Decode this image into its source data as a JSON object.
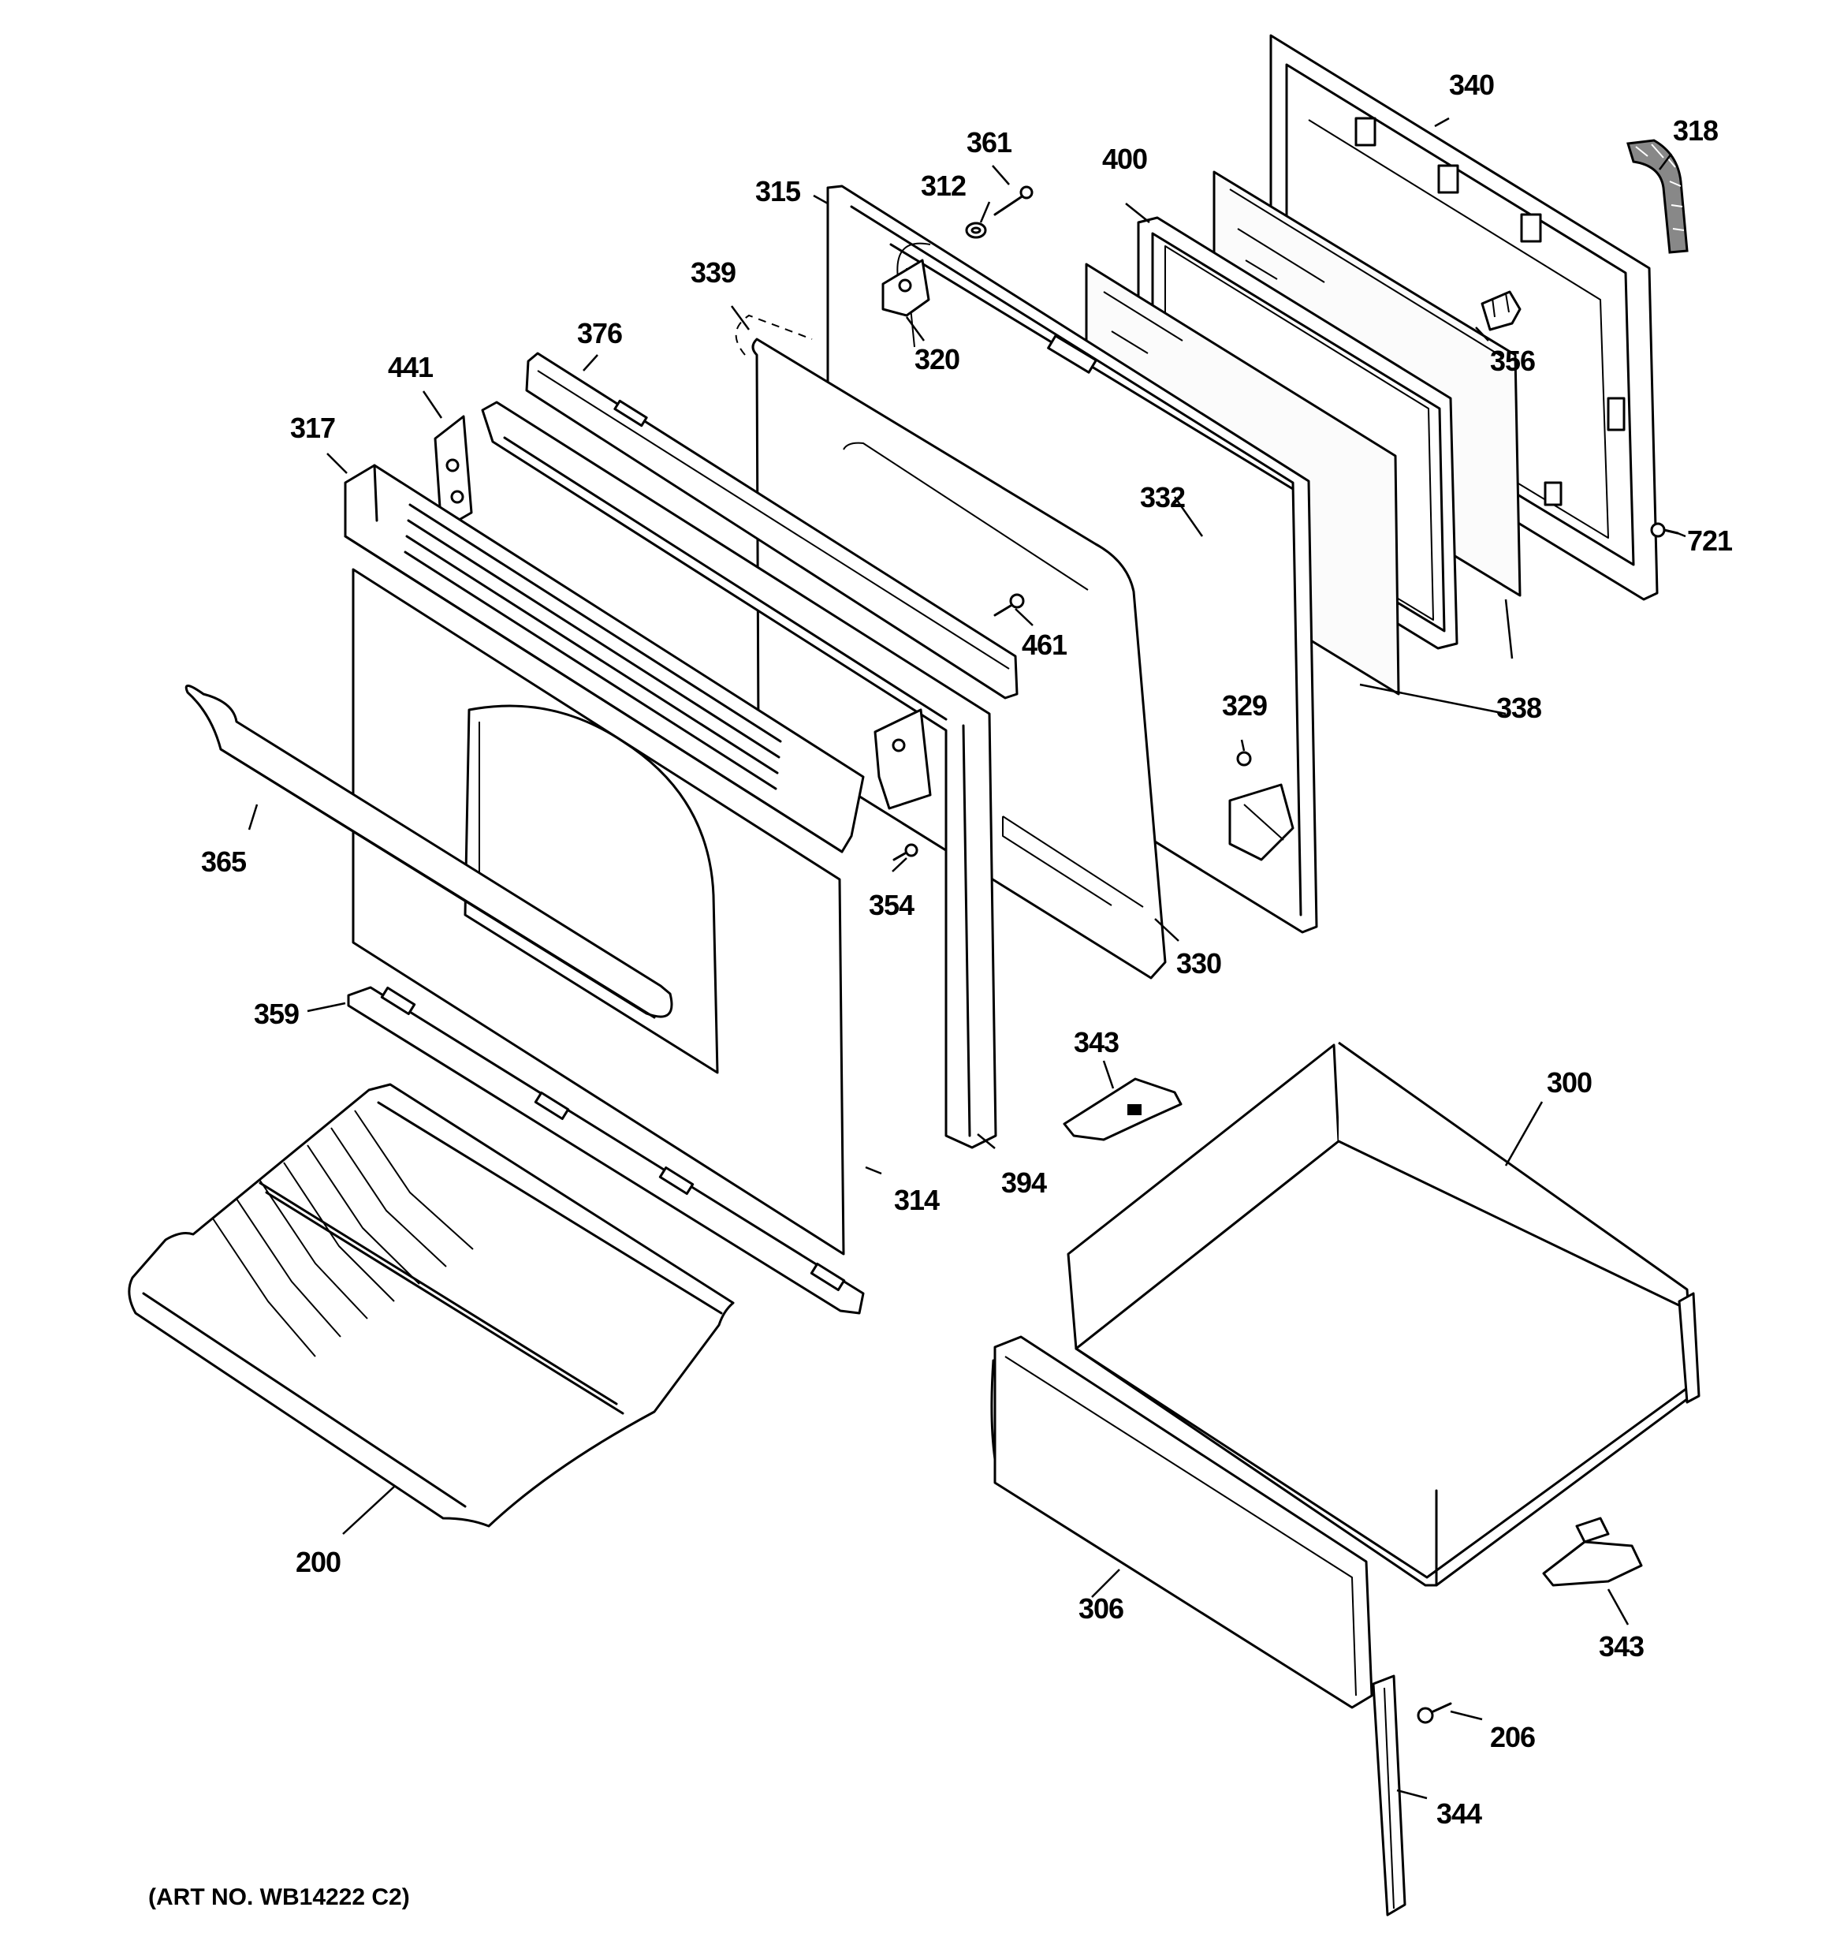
{
  "art_number": "(ART NO. WB14222 C2)",
  "parts": {
    "p200": "200",
    "p206": "206",
    "p300": "300",
    "p306": "306",
    "p312": "312",
    "p314": "314",
    "p315": "315",
    "p317": "317",
    "p318": "318",
    "p320": "320",
    "p329": "329",
    "p330": "330",
    "p332": "332",
    "p338": "338",
    "p339": "339",
    "p340": "340",
    "p343a": "343",
    "p343b": "343",
    "p344": "344",
    "p354": "354",
    "p356": "356",
    "p359": "359",
    "p361": "361",
    "p365": "365",
    "p376": "376",
    "p394": "394",
    "p400": "400",
    "p441": "441",
    "p461": "461",
    "p721": "721"
  }
}
